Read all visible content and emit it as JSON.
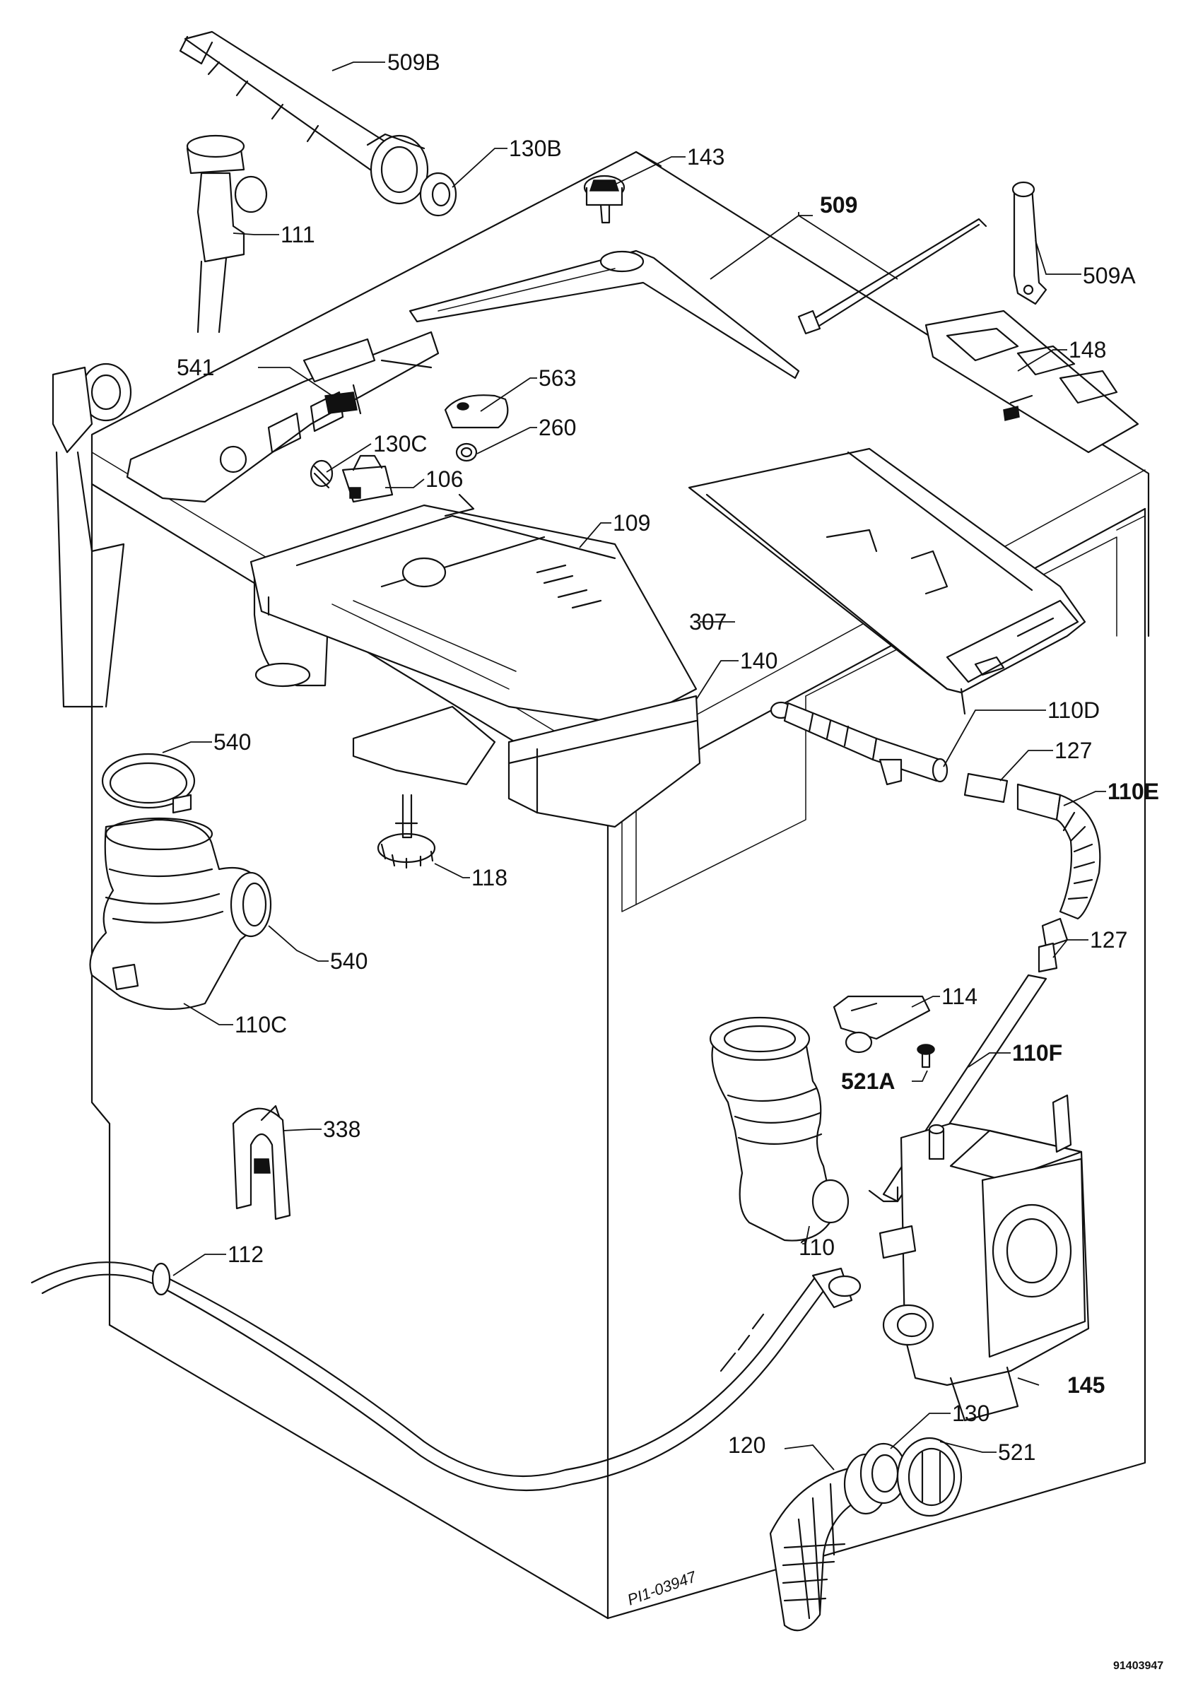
{
  "parts": [
    {
      "id": "p509b",
      "label": "509B"
    },
    {
      "id": "p130b",
      "label": "130B"
    },
    {
      "id": "p143",
      "label": "143"
    },
    {
      "id": "p111",
      "label": "111"
    },
    {
      "id": "p509",
      "label": "509"
    },
    {
      "id": "p509a",
      "label": "509A"
    },
    {
      "id": "p148",
      "label": "148"
    },
    {
      "id": "p541",
      "label": "541"
    },
    {
      "id": "p563",
      "label": "563"
    },
    {
      "id": "p260",
      "label": "260"
    },
    {
      "id": "p130c",
      "label": "130C"
    },
    {
      "id": "p106",
      "label": "106"
    },
    {
      "id": "p109",
      "label": "109"
    },
    {
      "id": "p307",
      "label": "307"
    },
    {
      "id": "p140",
      "label": "140"
    },
    {
      "id": "p110d",
      "label": "110D"
    },
    {
      "id": "p540a",
      "label": "540"
    },
    {
      "id": "p127a",
      "label": "127"
    },
    {
      "id": "p110e",
      "label": "110E"
    },
    {
      "id": "p118",
      "label": "118"
    },
    {
      "id": "p540b",
      "label": "540"
    },
    {
      "id": "p127b",
      "label": "127"
    },
    {
      "id": "p110c",
      "label": "110C"
    },
    {
      "id": "p114",
      "label": "114"
    },
    {
      "id": "p110f",
      "label": "110F"
    },
    {
      "id": "p521a",
      "label": "521A"
    },
    {
      "id": "p338",
      "label": "338"
    },
    {
      "id": "p110",
      "label": "110"
    },
    {
      "id": "p112",
      "label": "112"
    },
    {
      "id": "p145",
      "label": "145"
    },
    {
      "id": "p130",
      "label": "130"
    },
    {
      "id": "p120",
      "label": "120"
    },
    {
      "id": "p521",
      "label": "521"
    }
  ],
  "handwritten_note": "PI1-03947",
  "drawing_number": "91403947"
}
